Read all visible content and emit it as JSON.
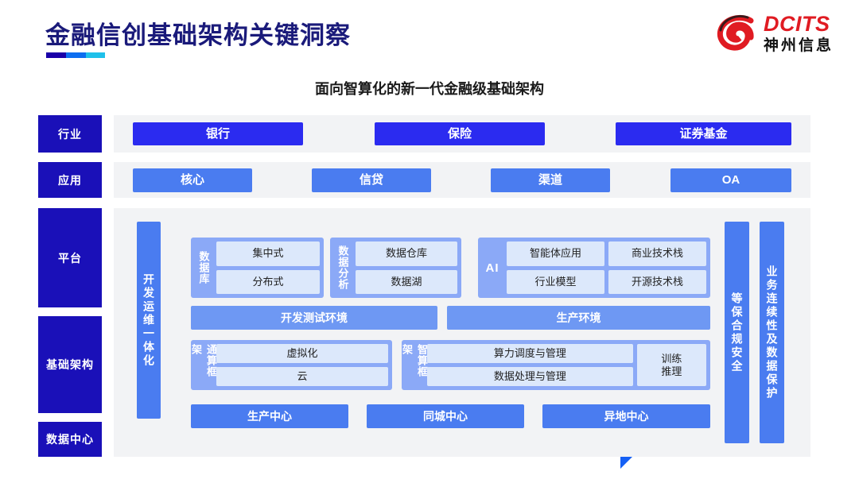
{
  "header": {
    "title": "金融信创基础架构关键洞察",
    "logo_en": "DCITS",
    "logo_cn": "神州信息",
    "logo_icon": "dcits-swirl-logo"
  },
  "subtitle": "面向智算化的新一代金融级基础架构",
  "rail": {
    "industry": "行业",
    "application": "应用",
    "platform": "平台",
    "infrastructure": "基础架构",
    "datacenter": "数据中心"
  },
  "industry": {
    "chips": [
      "银行",
      "保险",
      "证券基金"
    ]
  },
  "application": {
    "chips": [
      "核心",
      "信贷",
      "渠道",
      "OA"
    ]
  },
  "platform": {
    "devops_bar": "开发运维一体化",
    "security_bar": "等保合规安全",
    "continuity_bar": "业务连续性及数据保护",
    "groups": [
      {
        "label": "数据库",
        "items": [
          "集中式",
          "分布式"
        ]
      },
      {
        "label": "数据分析",
        "items": [
          "数据仓库",
          "数据湖"
        ]
      }
    ],
    "ai": {
      "label": "AI",
      "col1": [
        "智能体应用",
        "行业模型"
      ],
      "col2": [
        "商业技术栈",
        "开源技术栈"
      ]
    },
    "environments": [
      "开发测试环境",
      "生产环境"
    ]
  },
  "infrastructure": {
    "general_compute": {
      "label": "通算框架",
      "items": [
        "虚拟化",
        "云"
      ]
    },
    "intelligent_compute": {
      "label": "智算框架",
      "items": [
        "算力调度与管理",
        "数据处理与管理"
      ],
      "side": "训练\n推理"
    }
  },
  "datacenter": {
    "chips": [
      "生产中心",
      "同城中心",
      "异地中心"
    ]
  },
  "colors": {
    "title_navy": "#1a1a7a",
    "rail_blue": "#1a10b8",
    "industry_blue": "#2b2bf0",
    "app_blue": "#4a7cf0",
    "group_blue": "#8ba9f7",
    "tile_blue": "#dce8fb",
    "panel_gray": "#f2f3f5",
    "logo_red": "#e01b22"
  }
}
